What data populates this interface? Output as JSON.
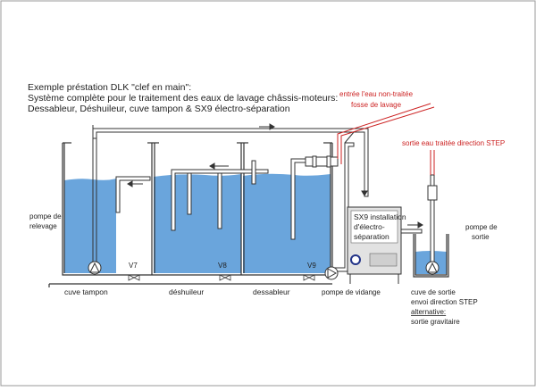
{
  "header": {
    "line1": "Exemple préstation DLK \"clef en main\":",
    "line2": "Système complète pour le traitement des eaux de lavage châssis-moteurs:",
    "line3": "Dessableur, Déshuileur, cuve tampon & SX9 électro-séparation"
  },
  "labels": {
    "inlet_line1": "entrée l'eau non-traitée",
    "inlet_line2": "fosse de lavage",
    "outlet_step": "sortie eau traitée direction STEP",
    "pump_relevage_1": "pompe de",
    "pump_relevage_2": "relevage",
    "sx9_line1": "SX9 installation",
    "sx9_line2": "d'électro-",
    "sx9_line3": "séparation",
    "pump_sortie_1": "pompe de",
    "pump_sortie_2": "sortie",
    "v7": "V7",
    "v8": "V8",
    "v9": "V9",
    "tank_tampon": "cuve tampon",
    "tank_deshuileur": "déshuileur",
    "tank_dessableur": "dessableur",
    "pump_vidange": "pompe de vidange",
    "exit_line1": "cuve de sortie",
    "exit_line2": "envoi direction STEP",
    "exit_line3": "alternative:",
    "exit_line4": "sortie gravitaire"
  },
  "colors": {
    "water": "#6aa5dc",
    "pipe_red": "#cc2222",
    "outline": "#333333",
    "text": "#222222"
  }
}
